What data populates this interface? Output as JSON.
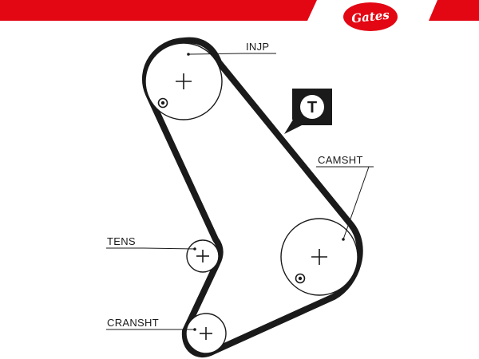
{
  "brand": {
    "logo_text": "Gates",
    "stripe_color": "#e30613"
  },
  "tensioner_tag": {
    "letter": "T"
  },
  "labels": {
    "injection_pump": "INJP",
    "camshaft": "CAMSHT",
    "tensioner": "TENS",
    "crankshaft": "CRANSHT"
  },
  "colors": {
    "belt": "#1a1a1a",
    "ink": "#1a1a1a",
    "background": "#ffffff"
  }
}
